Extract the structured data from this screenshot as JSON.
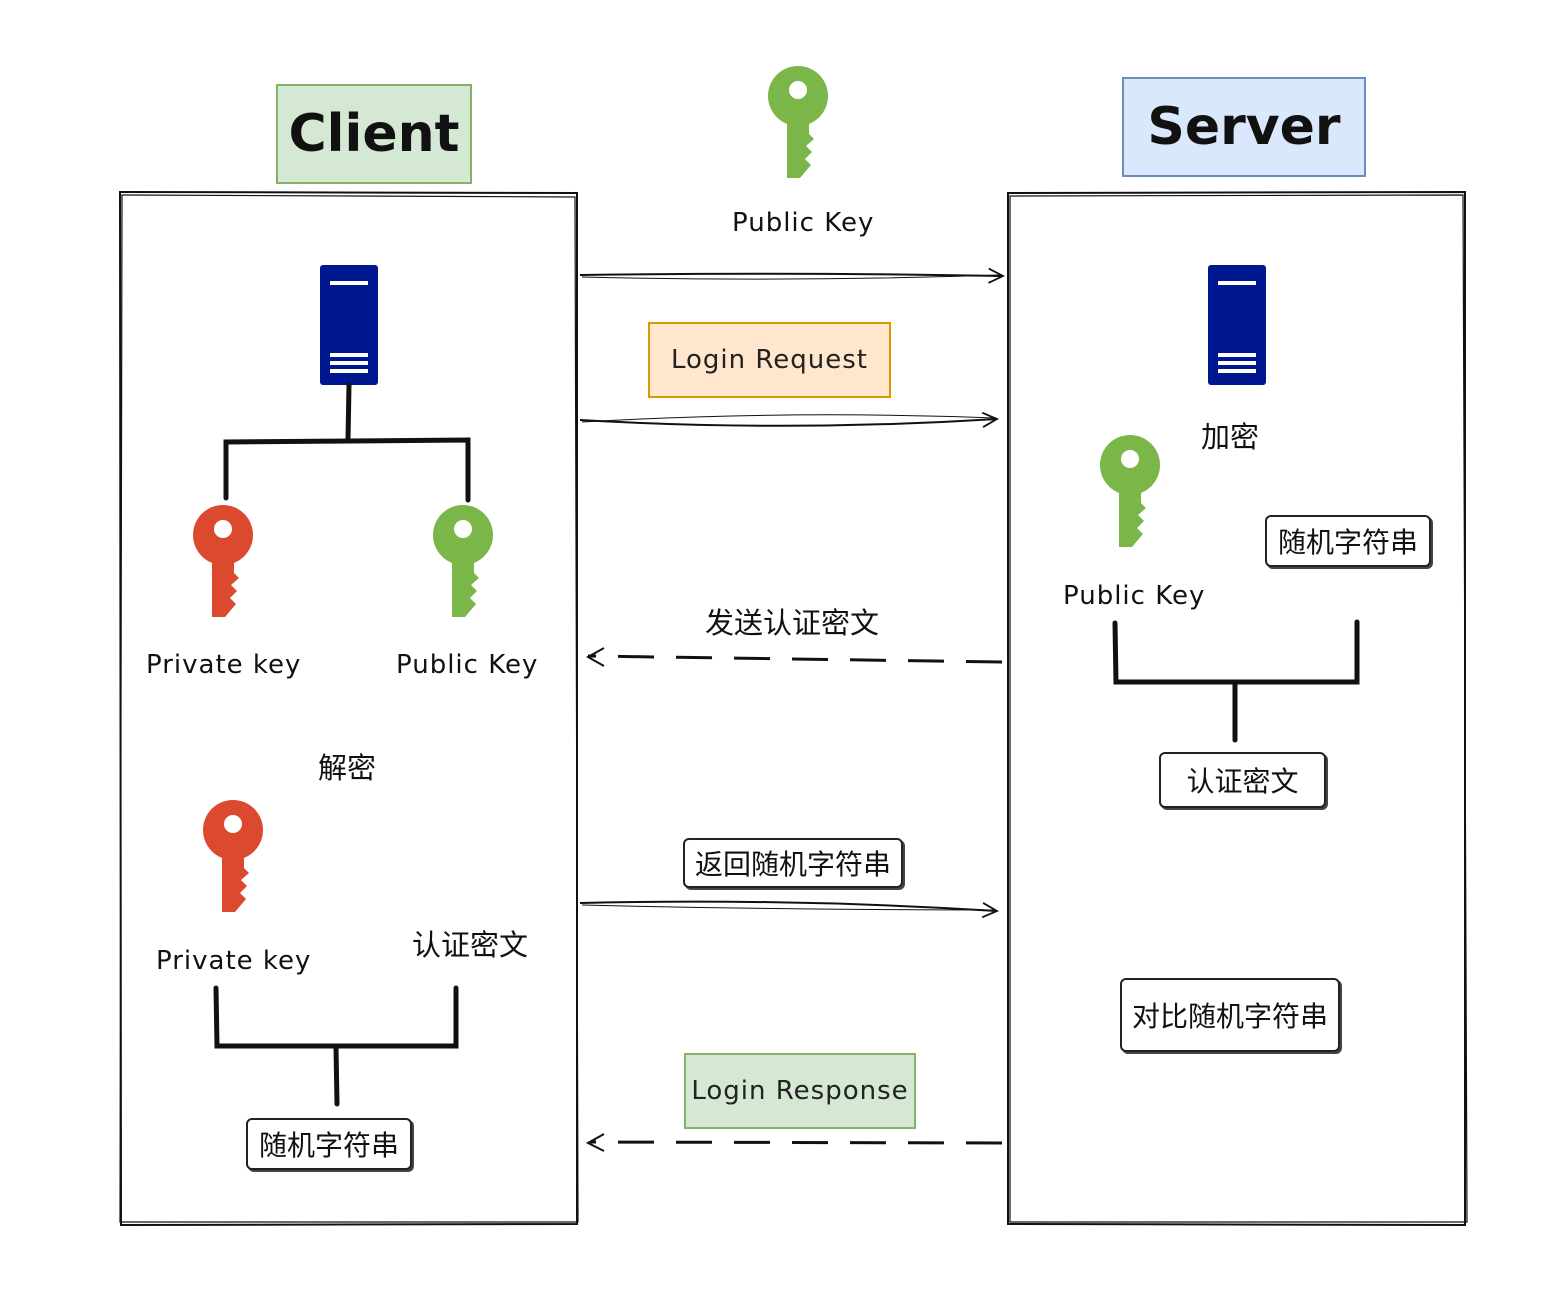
{
  "client": {
    "title": "Client",
    "private_key_label": "Private key",
    "public_key_label": "Public Key",
    "decrypt_label": "解密",
    "private_key_label_2": "Private key",
    "auth_cipher_label": "认证密文",
    "random_string_result": "随机字符串"
  },
  "server": {
    "title": "Server",
    "encrypt_label": "加密",
    "public_key_label": "Public Key",
    "random_string": "随机字符串",
    "auth_cipher": "认证密文",
    "compare_random_string": "对比随机字符串"
  },
  "messages": {
    "public_key": "Public Key",
    "login_request": "Login Request",
    "send_auth_cipher": "发送认证密文",
    "return_random_string": "返回随机字符串",
    "login_response": "Login Response"
  },
  "colors": {
    "client_title_bg": "#d5e8d4",
    "client_title_border": "#82b366",
    "server_title_bg": "#dae8fc",
    "server_title_border": "#6c8ebf",
    "login_request_bg": "#ffe6cc",
    "login_request_border": "#d79b00",
    "login_response_bg": "#d5e8d4",
    "login_response_border": "#82b366",
    "private_key": "#db4a2f",
    "public_key": "#7ab648",
    "server_icon": "#00188f"
  },
  "icons": [
    "server-icon",
    "private-key-icon",
    "public-key-icon"
  ]
}
